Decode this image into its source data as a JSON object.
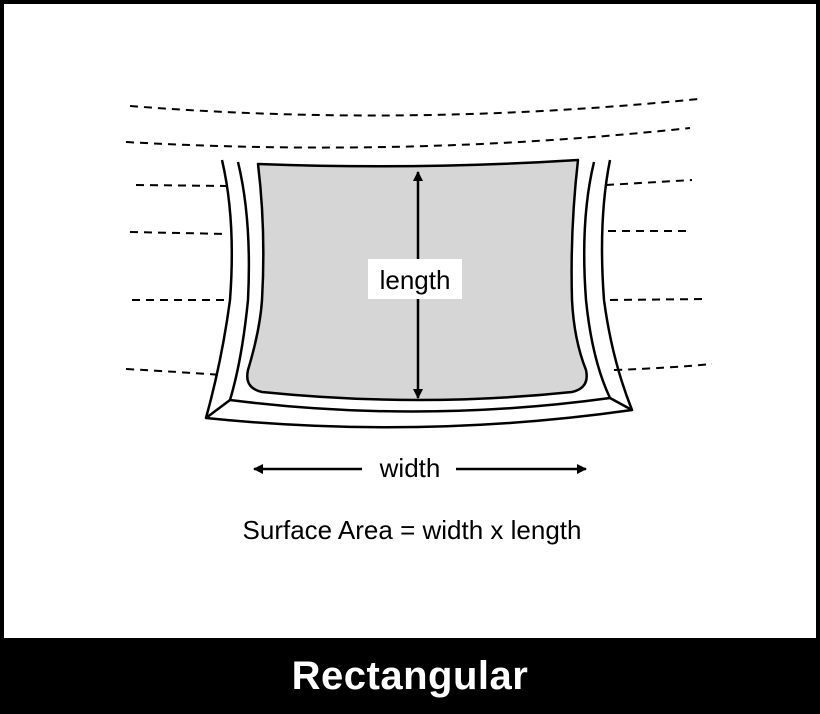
{
  "diagram": {
    "length_label": "length",
    "width_label": "width",
    "formula": "Surface Area = width x length",
    "title": "Rectangular"
  },
  "colors": {
    "surface_fill": "#d6d6d6",
    "line": "#000000",
    "banner_bg": "#000000",
    "banner_text": "#ffffff"
  }
}
